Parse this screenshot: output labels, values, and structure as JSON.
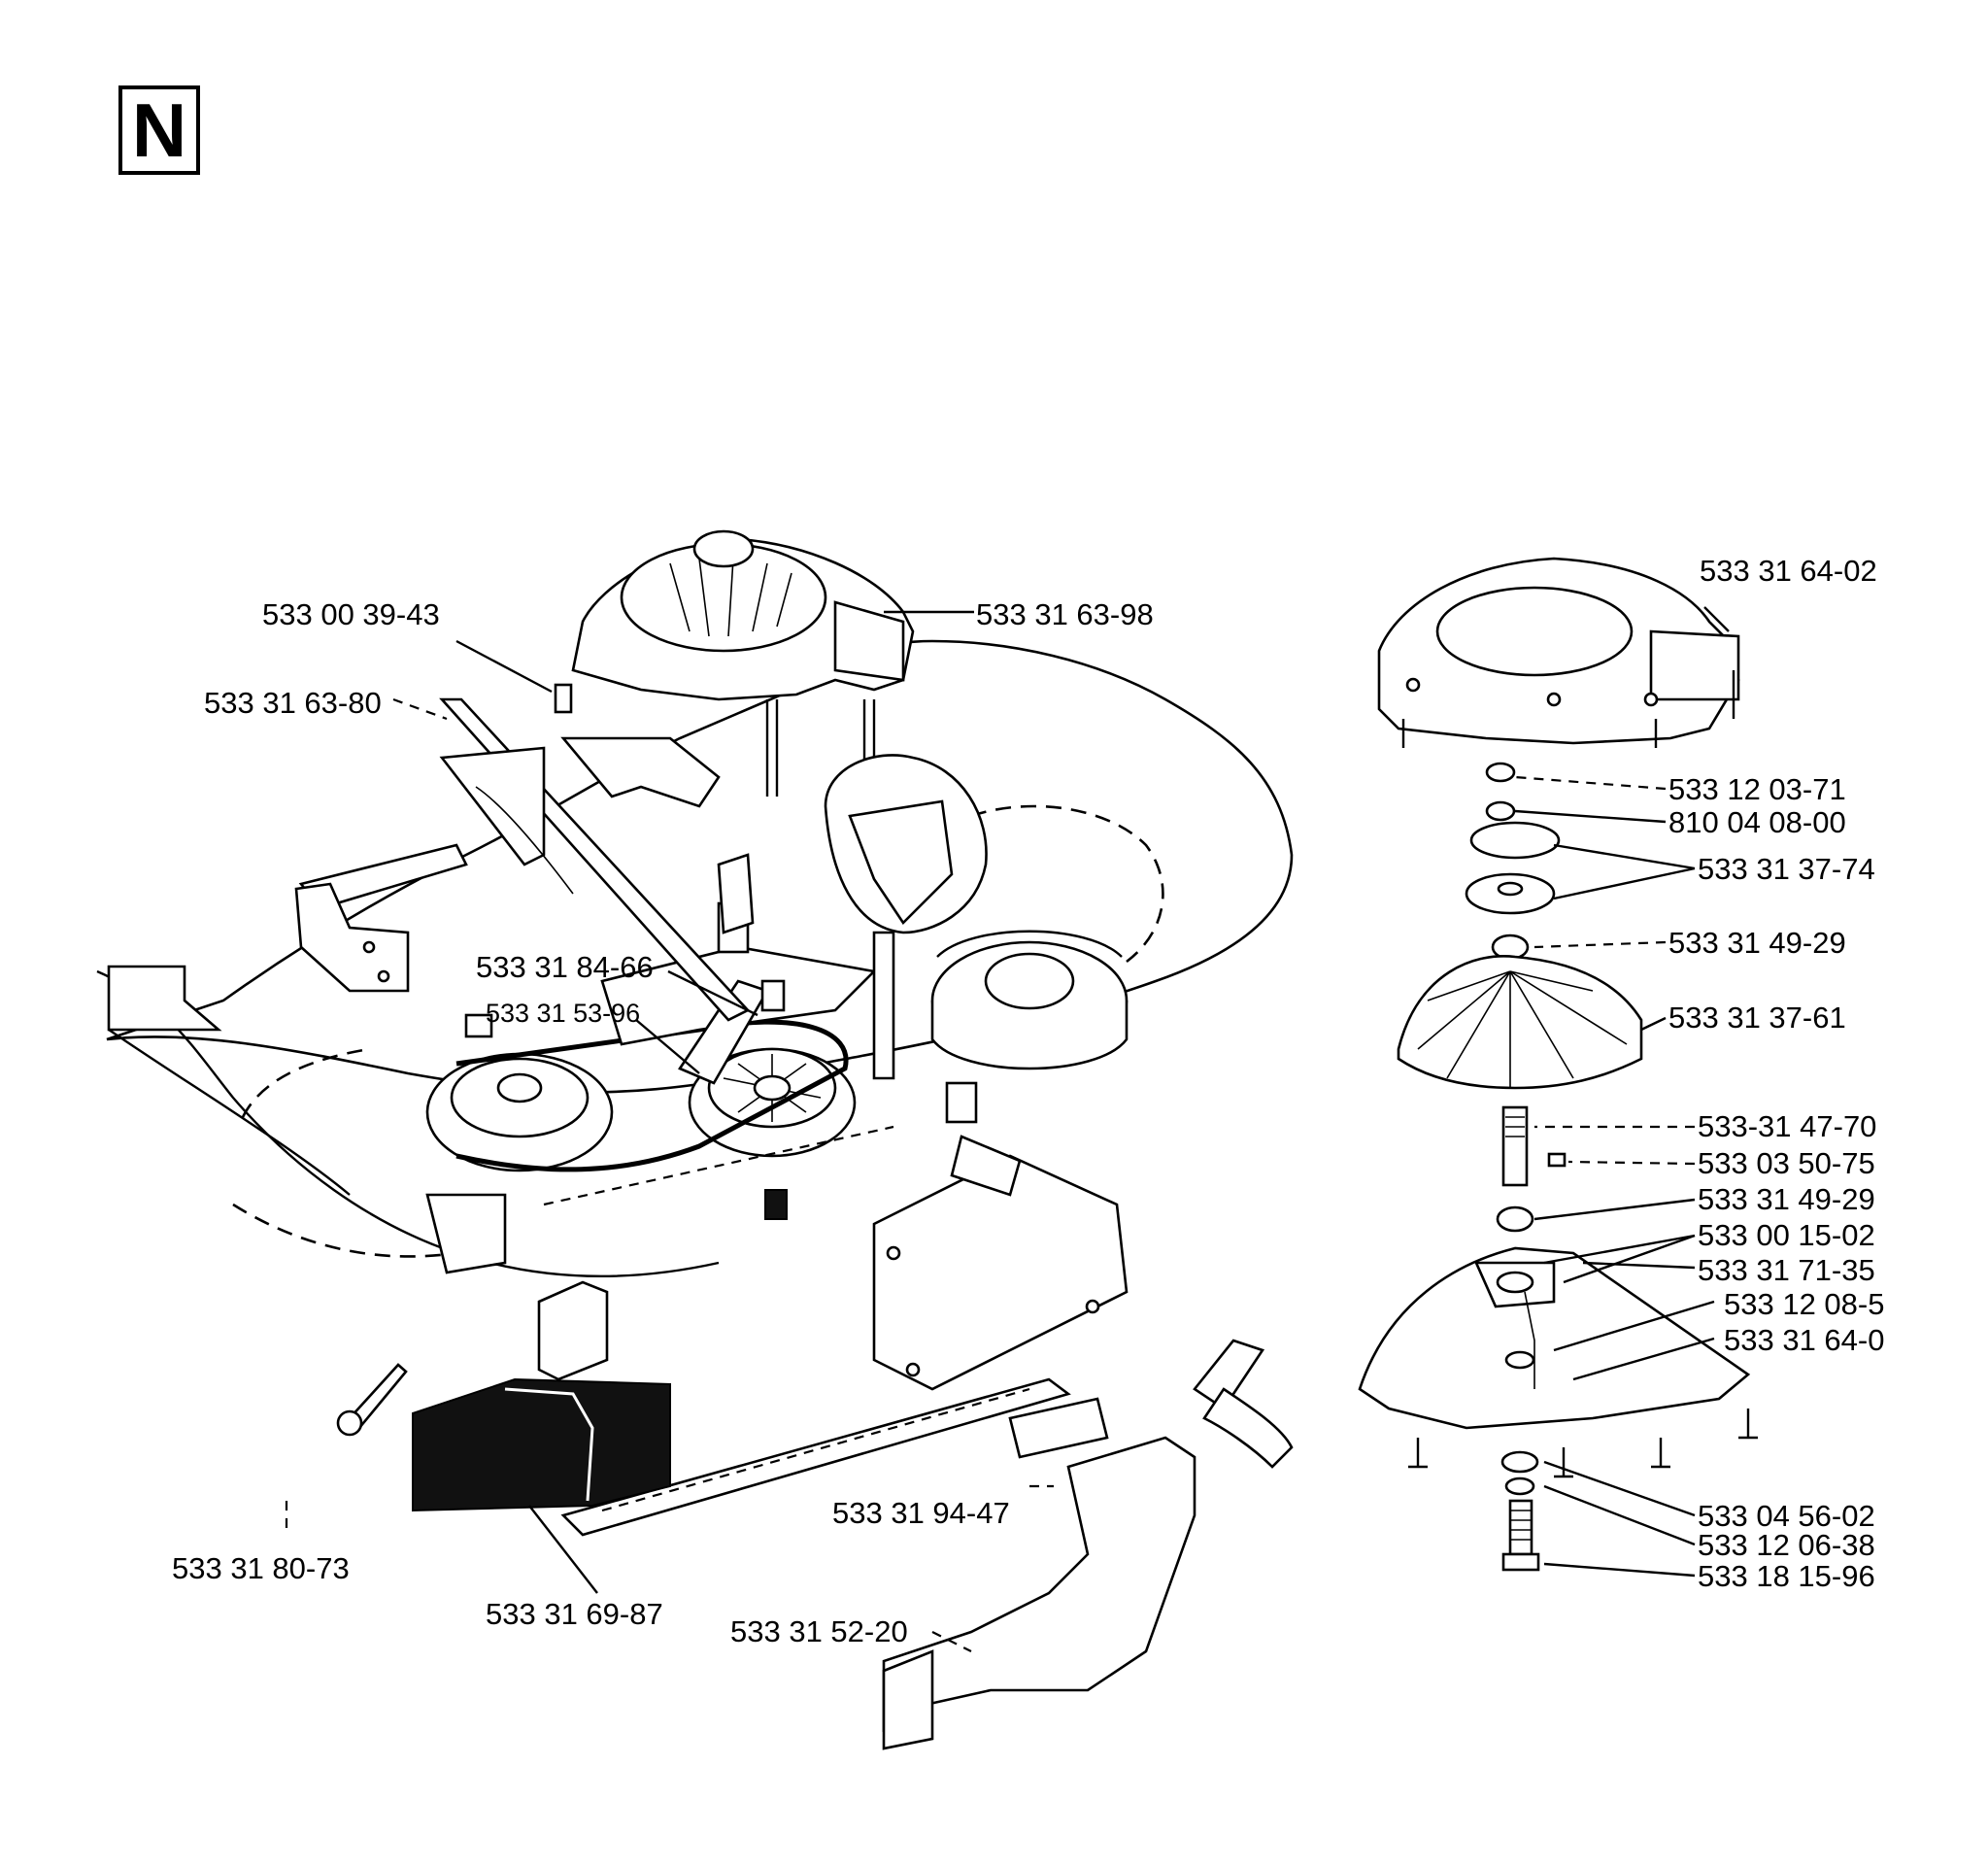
{
  "section_letter": "N",
  "callouts": [
    {
      "id": "c1",
      "label": "533 00 39-43"
    },
    {
      "id": "c2",
      "label": "533 31 63-98"
    },
    {
      "id": "c3",
      "label": "533 31 63-80"
    },
    {
      "id": "c4",
      "label": "533 31 84-66"
    },
    {
      "id": "c5",
      "label": "533 31 53-96"
    },
    {
      "id": "c6",
      "label": "533 31 80-73"
    },
    {
      "id": "c7",
      "label": "533 31 69-87"
    },
    {
      "id": "c8",
      "label": "533 31 94-47"
    },
    {
      "id": "c9",
      "label": "533 31 52-20"
    },
    {
      "id": "c10",
      "label": "533 31 64-02"
    },
    {
      "id": "c11",
      "label": "533 12 03-71"
    },
    {
      "id": "c12",
      "label": "810 04 08-00"
    },
    {
      "id": "c13",
      "label": "533 31 37-74"
    },
    {
      "id": "c14",
      "label": "533 31 49-29"
    },
    {
      "id": "c15",
      "label": "533 31 37-61"
    },
    {
      "id": "c16",
      "label": "533-31 47-70"
    },
    {
      "id": "c17",
      "label": "533 03 50-75"
    },
    {
      "id": "c18",
      "label": "533 31 49-29"
    },
    {
      "id": "c19",
      "label": "533 00 15-02"
    },
    {
      "id": "c20",
      "label": "533 31 71-35"
    },
    {
      "id": "c21",
      "label": "533 12 08-5"
    },
    {
      "id": "c22",
      "label": "533 31 64-0"
    },
    {
      "id": "c23",
      "label": "533 04 56-02"
    },
    {
      "id": "c24",
      "label": "533 12 06-38"
    },
    {
      "id": "c25",
      "label": "533 18 15-96"
    }
  ]
}
